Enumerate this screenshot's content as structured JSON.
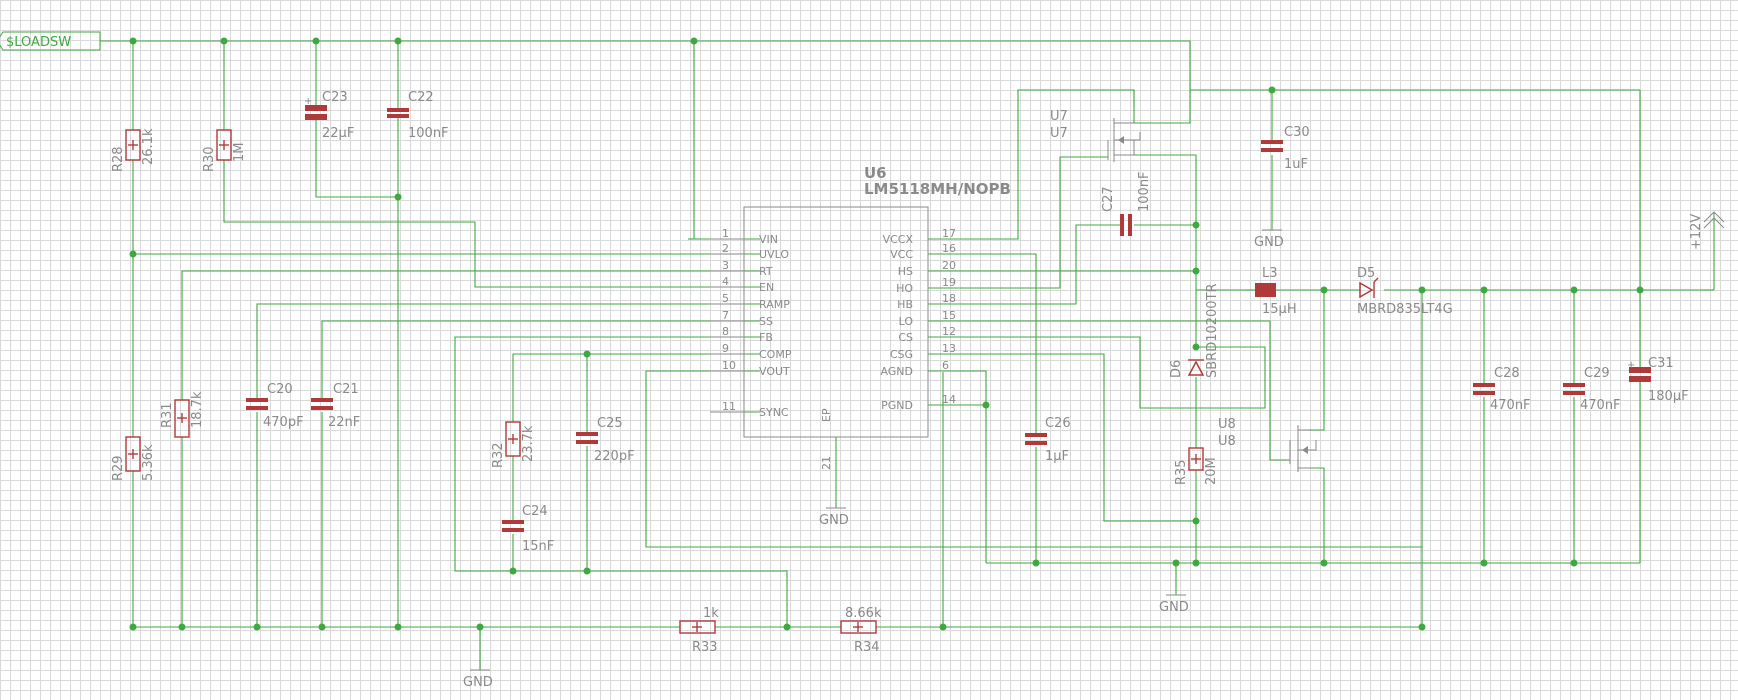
{
  "nets": {
    "loadsw": "$LOADSW",
    "vout": "+12V",
    "gnd": "GND"
  },
  "ic": {
    "name": "U6",
    "value": "LM5118MH/NOPB",
    "left_pins": [
      {
        "num": "1",
        "name": "VIN"
      },
      {
        "num": "2",
        "name": "UVLO"
      },
      {
        "num": "3",
        "name": "RT"
      },
      {
        "num": "4",
        "name": "EN"
      },
      {
        "num": "5",
        "name": "RAMP"
      },
      {
        "num": "7",
        "name": "SS"
      },
      {
        "num": "8",
        "name": "FB"
      },
      {
        "num": "9",
        "name": "COMP"
      },
      {
        "num": "10",
        "name": "VOUT"
      },
      {
        "num": "11",
        "name": "SYNC"
      }
    ],
    "right_pins": [
      {
        "num": "17",
        "name": "VCCX"
      },
      {
        "num": "16",
        "name": "VCC"
      },
      {
        "num": "20",
        "name": "HS"
      },
      {
        "num": "19",
        "name": "HO"
      },
      {
        "num": "18",
        "name": "HB"
      },
      {
        "num": "15",
        "name": "LO"
      },
      {
        "num": "12",
        "name": "CS"
      },
      {
        "num": "13",
        "name": "CSG"
      },
      {
        "num": "6",
        "name": "AGND"
      },
      {
        "num": "14",
        "name": "PGND"
      }
    ],
    "ep_name": "EP",
    "ep_num": "21"
  },
  "resistors": {
    "r28": {
      "name": "R28",
      "value": "26.1k"
    },
    "r30": {
      "name": "R30",
      "value": "1M"
    },
    "r29": {
      "name": "R29",
      "value": "5.36k"
    },
    "r31": {
      "name": "R31",
      "value": "18.7k"
    },
    "r32": {
      "name": "R32",
      "value": "23.7k"
    },
    "r33": {
      "name": "R33",
      "value": "1k"
    },
    "r34": {
      "name": "R34",
      "value": "8.66k"
    },
    "r35": {
      "name": "R35",
      "value": "20M"
    }
  },
  "capacitors": {
    "c23": {
      "name": "C23",
      "value": "22µF"
    },
    "c22": {
      "name": "C22",
      "value": "100nF"
    },
    "c20": {
      "name": "C20",
      "value": "470pF"
    },
    "c21": {
      "name": "C21",
      "value": "22nF"
    },
    "c25": {
      "name": "C25",
      "value": "220pF"
    },
    "c24": {
      "name": "C24",
      "value": "15nF"
    },
    "c26": {
      "name": "C26",
      "value": "1µF"
    },
    "c27": {
      "name": "C27",
      "value": "100nF"
    },
    "c30": {
      "name": "C30",
      "value": "1uF"
    },
    "c28": {
      "name": "C28",
      "value": "470nF"
    },
    "c29": {
      "name": "C29",
      "value": "470nF"
    },
    "c31": {
      "name": "C31",
      "value": "180µF"
    }
  },
  "mosfets": {
    "u7": {
      "name": "U7",
      "value": "U7"
    },
    "u8": {
      "name": "U8",
      "value": "U8"
    }
  },
  "inductor": {
    "name": "L3",
    "value": "15µH"
  },
  "diodes": {
    "d5": {
      "name": "D5",
      "value": "MBRD835LT4G"
    },
    "d6": {
      "name": "D6",
      "value": "SBRD10200TR"
    }
  }
}
